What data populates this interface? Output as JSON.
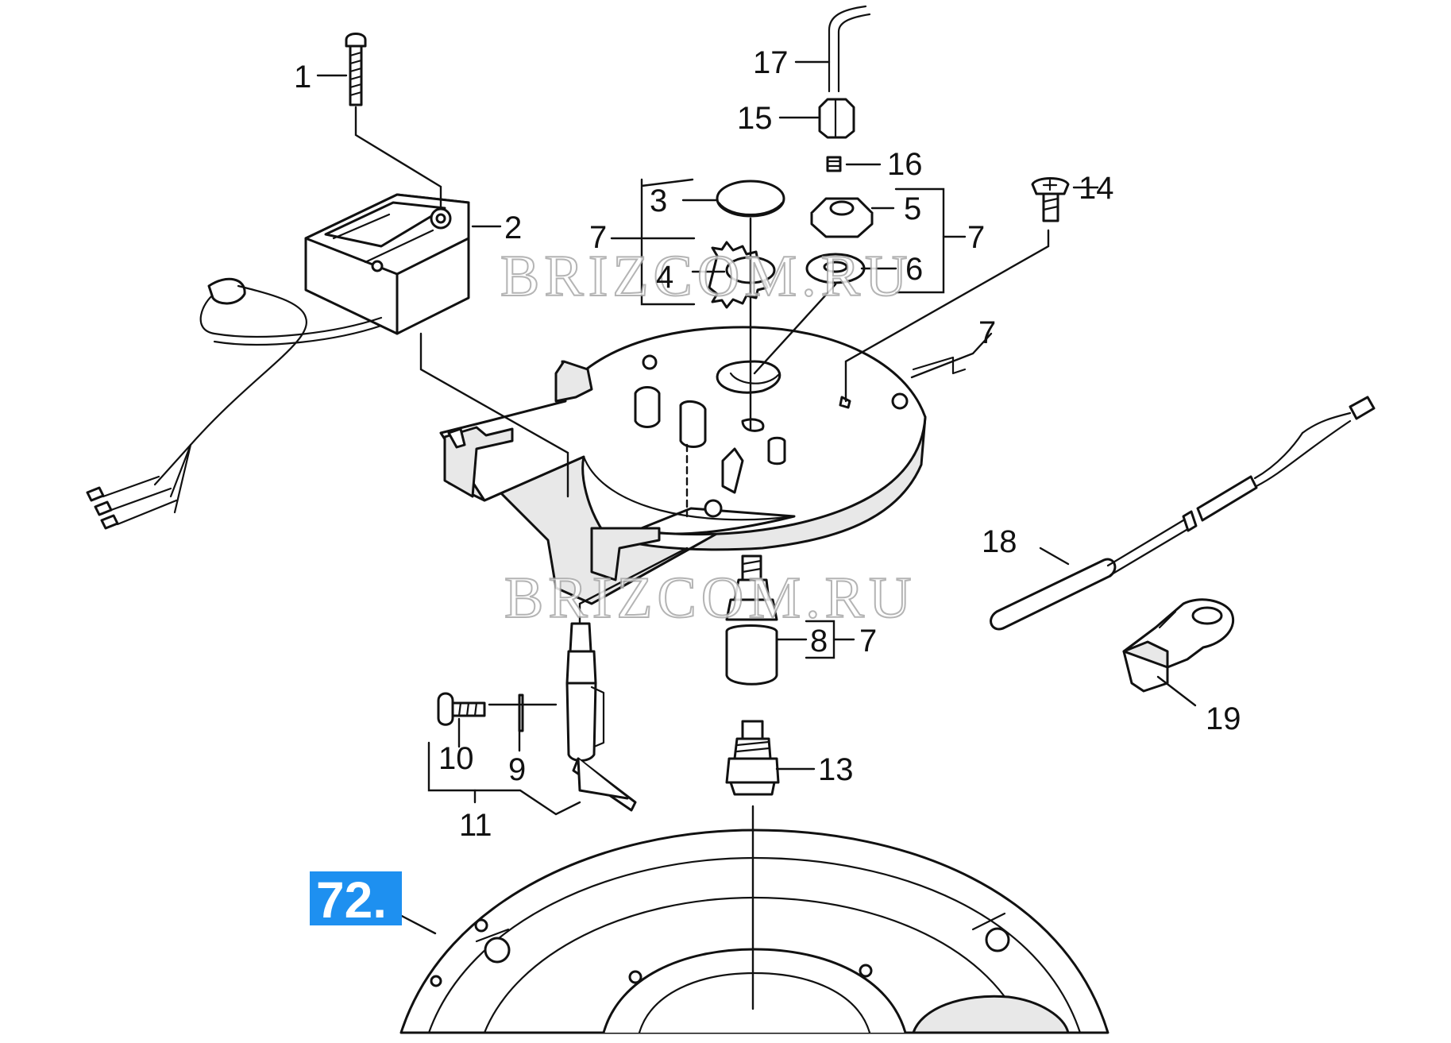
{
  "figure_badge": "72.",
  "watermark": "BRIZCOM.RU",
  "colors": {
    "badge_background": "#1e90f0",
    "line": "#111111",
    "watermark_outline": "#a8a8a8"
  },
  "callouts": {
    "c1": "1",
    "c2": "2",
    "c3": "3",
    "c4": "4",
    "c5": "5",
    "c6": "6",
    "c7_left": "7",
    "c7_right": "7",
    "c7_plate": "7",
    "c7_stud": "7",
    "c8": "8",
    "c9": "9",
    "c10": "10",
    "c11": "11",
    "c13": "13",
    "c14": "14",
    "c15": "15",
    "c16": "16",
    "c17": "17",
    "c18": "18",
    "c19": "19"
  }
}
